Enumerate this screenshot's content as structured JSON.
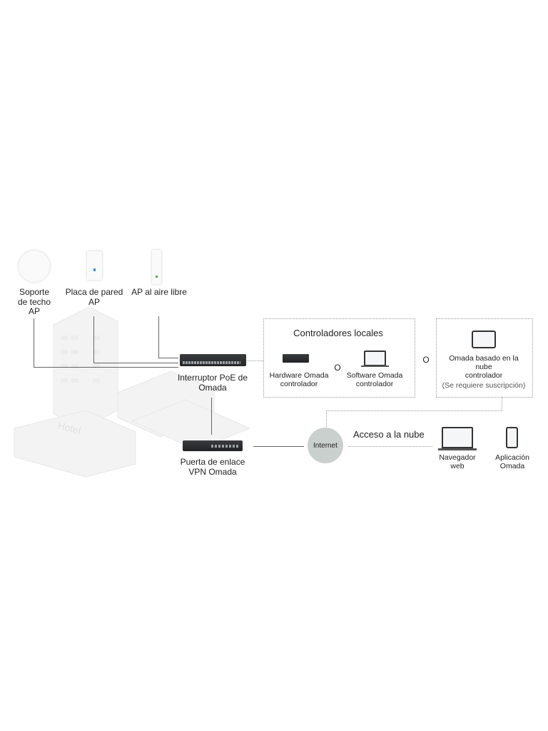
{
  "access_points": {
    "ceiling": [
      "Soporte",
      "de techo",
      "AP"
    ],
    "wall": [
      "Placa de pared",
      "AP"
    ],
    "outdoor": "AP al aire libre"
  },
  "switch": [
    "Interruptor PoE de",
    "Omada"
  ],
  "gateway": [
    "Puerta de enlace",
    "VPN Omada"
  ],
  "building_sign": "Hotel",
  "internet": "Internet",
  "local_controllers": {
    "title": "Controladores locales",
    "hardware": [
      "Hardware Omada",
      "controlador"
    ],
    "or": "O",
    "software": [
      "Software Omada",
      "controlador"
    ]
  },
  "or_between": "O",
  "cloud_controller": {
    "lines": [
      "Omada basado en la",
      "nube",
      "controlador"
    ],
    "note": "(Se requiere suscripción)"
  },
  "cloud_access": "Acceso a la nube",
  "clients": {
    "web": [
      "Navegador",
      "web"
    ],
    "app": [
      "Aplicación",
      "Omada"
    ]
  },
  "colors": {
    "internet_circle": "#c9d0cd",
    "line": "#666666",
    "device_dark": "#2e3133"
  }
}
